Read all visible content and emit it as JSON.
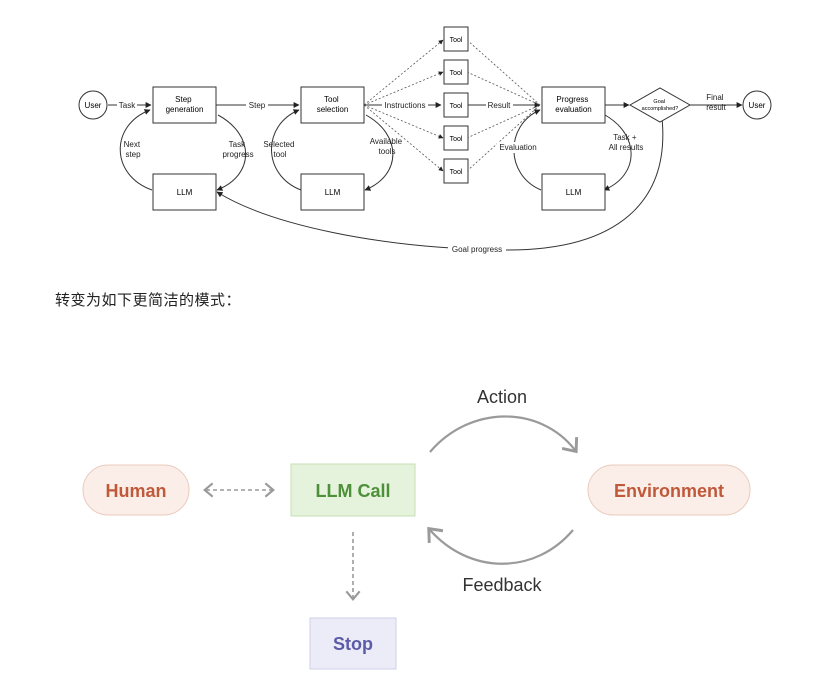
{
  "top_diagram": {
    "user_start": "User",
    "user_end": "User",
    "step_generation": "Step\ngeneration",
    "tool_selection": "Tool\nselection",
    "tools": [
      "Tool",
      "Tool",
      "Tool",
      "Tool",
      "Tool"
    ],
    "progress_evaluation": "Progress\nevaluation",
    "goal_accomplished": "Goal\naccomplished?",
    "llm_boxes": [
      "LLM",
      "LLM",
      "LLM"
    ],
    "edge_labels": {
      "task": "Task",
      "step": "Step",
      "instructions": "Instructions",
      "result": "Result",
      "final_result": "Final\nresult",
      "next_step": "Next\nstep",
      "task_progress": "Task\nprogress",
      "selected_tool": "Selected\ntool",
      "available_tools": "Available\ntools",
      "evaluation": "Evaluation",
      "task_all_results": "Task +\nAll results",
      "goal_progress": "Goal progress"
    }
  },
  "caption": "转变为如下更简洁的模式：",
  "bottom_diagram": {
    "human": "Human",
    "llm_call": "LLM Call",
    "environment": "Environment",
    "stop": "Stop",
    "action": "Action",
    "feedback": "Feedback",
    "colors": {
      "human_fill": "#fbeee8",
      "human_text": "#c0593a",
      "llm_fill": "#e6f3dc",
      "llm_text": "#4e8f3a",
      "stop_fill": "#ececf8",
      "stop_text": "#5b5ba8",
      "arrow": "#9a9a9a"
    }
  }
}
